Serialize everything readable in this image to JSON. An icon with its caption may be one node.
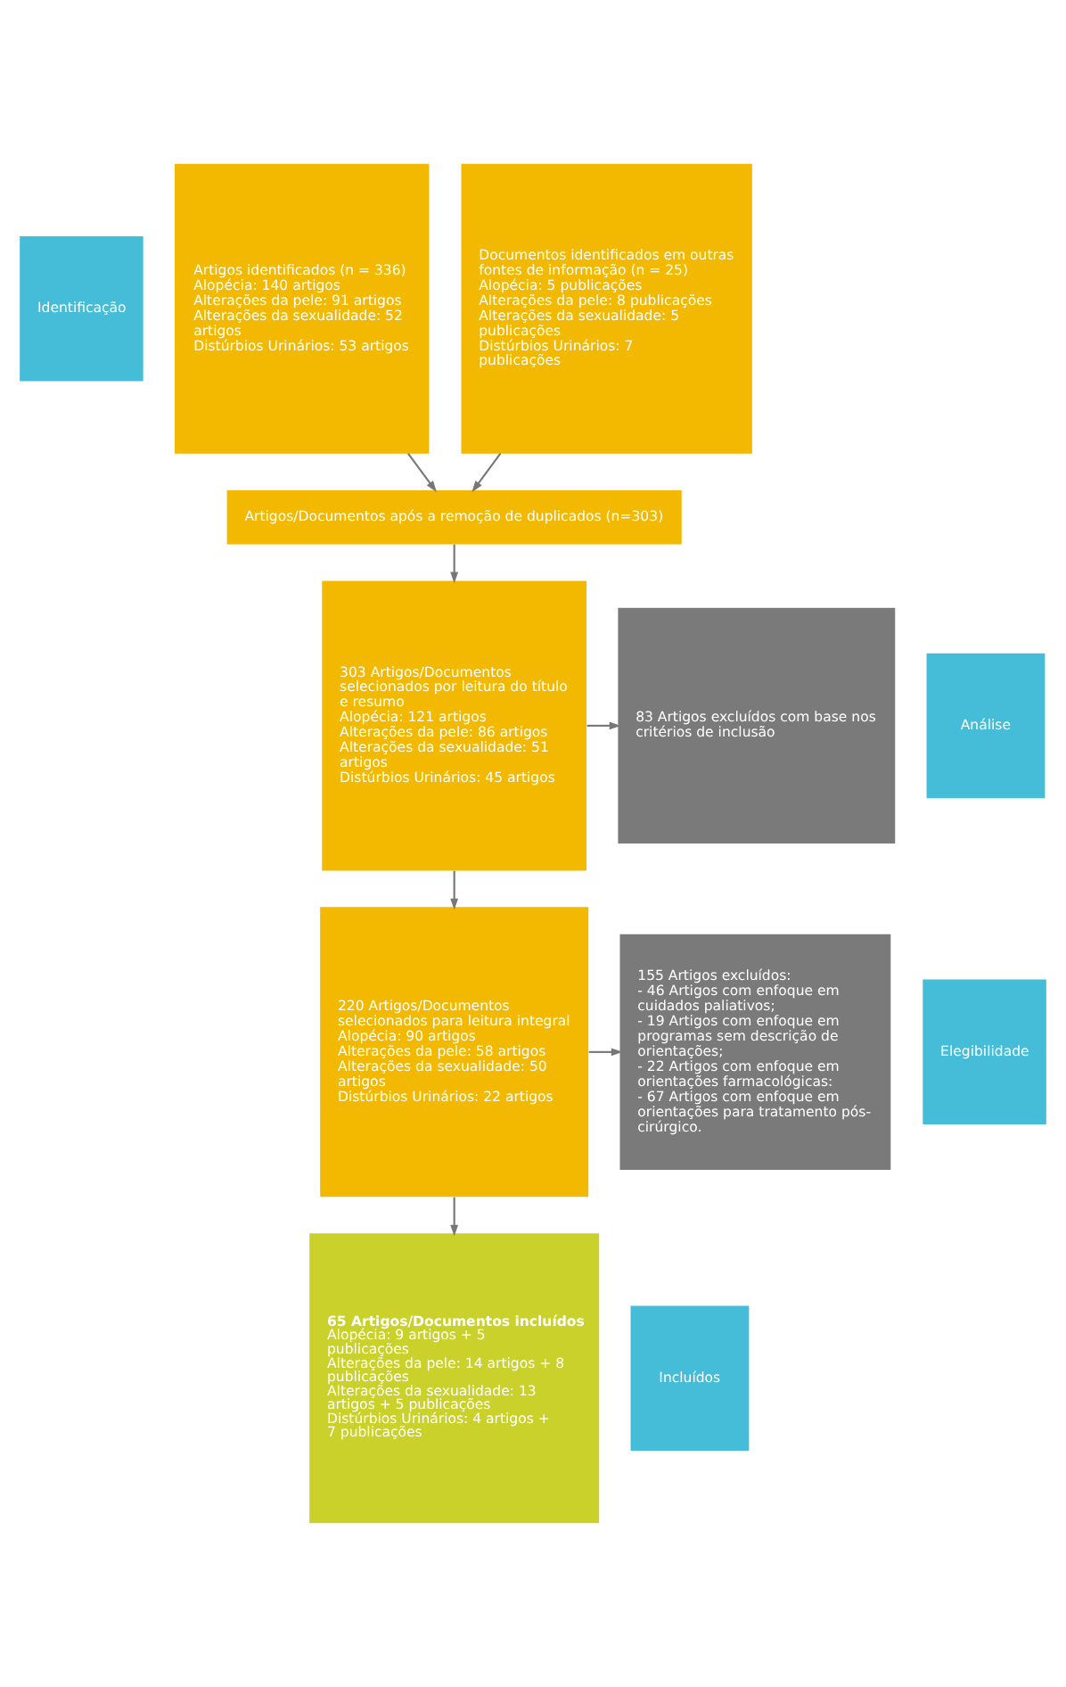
{
  "diagram": {
    "nodes": [
      {
        "text": [
          "Identificação"
        ]
      },
      {
        "text": [
          "Artigos identificados (n = 336)",
          "Alopécia: 140 artigos",
          "Alterações da pele: 91 artigos",
          "Alterações da sexualidade: 52 artigos",
          "Distúrbios Urinários: 53 artigos"
        ]
      },
      {
        "text": [
          "Documentos identificados em outras fontes de informação (n = 25)",
          "Alopécia: 5 publicações",
          "Alterações da pele: 8 publicações",
          "Alterações da sexualidade: 5 publicações",
          "Distúrbios Urinários: 7 publicações"
        ]
      },
      {
        "text": [
          "Artigos/Documentos após a remoção de duplicados (n=303)"
        ]
      },
      {
        "text": [
          "Análise"
        ]
      },
      {
        "text": [
          "303 Artigos/Documentos selecionados por leitura do título e resumo",
          "Alopécia: 121 artigos",
          "Alterações da pele: 86 artigos",
          "Alterações da sexualidade: 51 artigos",
          "Distúrbios Urinários: 45 artigos"
        ]
      },
      {
        "text": [
          "83 Artigos excluídos com base nos critérios de inclusão"
        ]
      },
      {
        "text": [
          "Elegibilidade"
        ]
      },
      {
        "text": [
          "220 Artigos/Documentos selecionados para leitura integral",
          "Alopécia: 90 artigos",
          "Alterações da pele: 58 artigos",
          "Alterações da sexualidade: 50 artigos",
          "Distúrbios Urinários: 22 artigos"
        ]
      },
      {
        "text": [
          "155 Artigos excluídos:",
          "- 46 Artigos com enfoque em cuidados paliativos;",
          "- 19 Artigos com enfoque em programas sem descrição de orientações;",
          "- 22 Artigos com enfoque em orientações farmacológicas:",
          "- 67 Artigos com enfoque em orientações para tratamento pós-cirúrgico."
        ]
      },
      {
        "text": [
          "Incluídos"
        ]
      },
      {
        "text": [
          "65 Artigos/Documentos incluídos",
          "Alopécia: 9 artigos + 5 publicações",
          "Alterações da pele: 14 artigos + 8 publicações",
          "Alterações da sexualidade: 13 artigos + 5 publicações",
          "Distúrbios Urinários: 4 artigos + 7 publicações"
        ]
      }
    ],
    "edges": [
      {
        "from": 1,
        "to": 3,
        "arrow": "to"
      },
      {
        "from": 2,
        "to": 3,
        "arrow": "to"
      },
      {
        "from": 3,
        "to": 5,
        "arrow": "to"
      },
      {
        "from": 5,
        "to": 6,
        "arrow": "to"
      },
      {
        "from": 5,
        "to": 8,
        "arrow": "to"
      },
      {
        "from": 8,
        "to": 9,
        "arrow": "to"
      },
      {
        "from": 8,
        "to": 11,
        "arrow": "to"
      }
    ]
  }
}
